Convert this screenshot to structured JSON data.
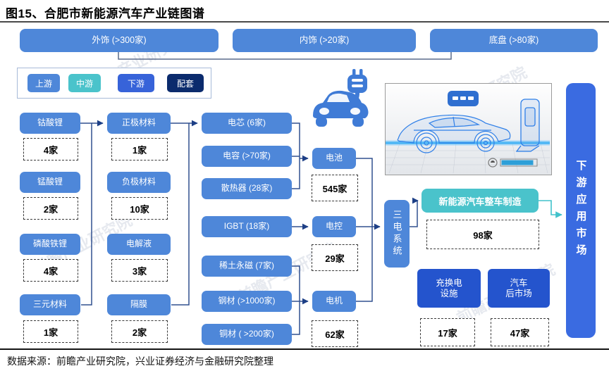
{
  "title": "图15、合肥市新能源汽车产业链图谱",
  "source": "数据来源：前瞻产业研究院，兴业证券经济与金融研究院整理",
  "watermark": "前瞻产业研究院",
  "colors": {
    "box_blue": "#4e87d9",
    "teal": "#4ac3cb",
    "royal_blue": "#2454cd",
    "bar_blue": "#3a6be1",
    "legend_downstream_blue": "#3763d9",
    "navy": "#0b2b6d",
    "connector": "#31508f",
    "teal_connector": "#41c2cb"
  },
  "top_row": [
    {
      "label": "外饰 (>300家)"
    },
    {
      "label": "内饰 (>20家)"
    },
    {
      "label": "底盘 (>80家)"
    }
  ],
  "legend": {
    "upstream": "上游",
    "midstream": "中游",
    "downstream": "下游",
    "supporting": "配套"
  },
  "col1": [
    {
      "name": "钴酸锂",
      "count": "4家"
    },
    {
      "name": "锰酸锂",
      "count": "2家"
    },
    {
      "name": "磷酸铁锂",
      "count": "4家"
    },
    {
      "name": "三元材料",
      "count": "1家"
    }
  ],
  "col2": [
    {
      "name": "正极材料",
      "count": "1家"
    },
    {
      "name": "负极材料",
      "count": "10家"
    },
    {
      "name": "电解液",
      "count": "3家"
    },
    {
      "name": "隔膜",
      "count": "2家"
    }
  ],
  "col3": [
    {
      "name": "电芯 (6家)"
    },
    {
      "name": "电容 (>70家)"
    },
    {
      "name": "散热器 (28家)"
    },
    {
      "name": "IGBT (18家)"
    },
    {
      "name": "稀土永磁 (7家)"
    },
    {
      "name": "钢材 (>1000家)"
    },
    {
      "name": "铜材 ( >200家)"
    }
  ],
  "col4": [
    {
      "name": "电池",
      "count": "545家"
    },
    {
      "name": "电控",
      "count": "29家"
    },
    {
      "name": "电机",
      "count": "62家"
    }
  ],
  "system": "三电系统",
  "oem": {
    "label": "新能源汽车整车制造",
    "count": "98家"
  },
  "support": [
    {
      "line1": "充换电",
      "line2": "设施",
      "count": "17家"
    },
    {
      "line1": "汽车",
      "line2": "后市场",
      "count": "47家"
    }
  ],
  "bar": "下游应用市场"
}
